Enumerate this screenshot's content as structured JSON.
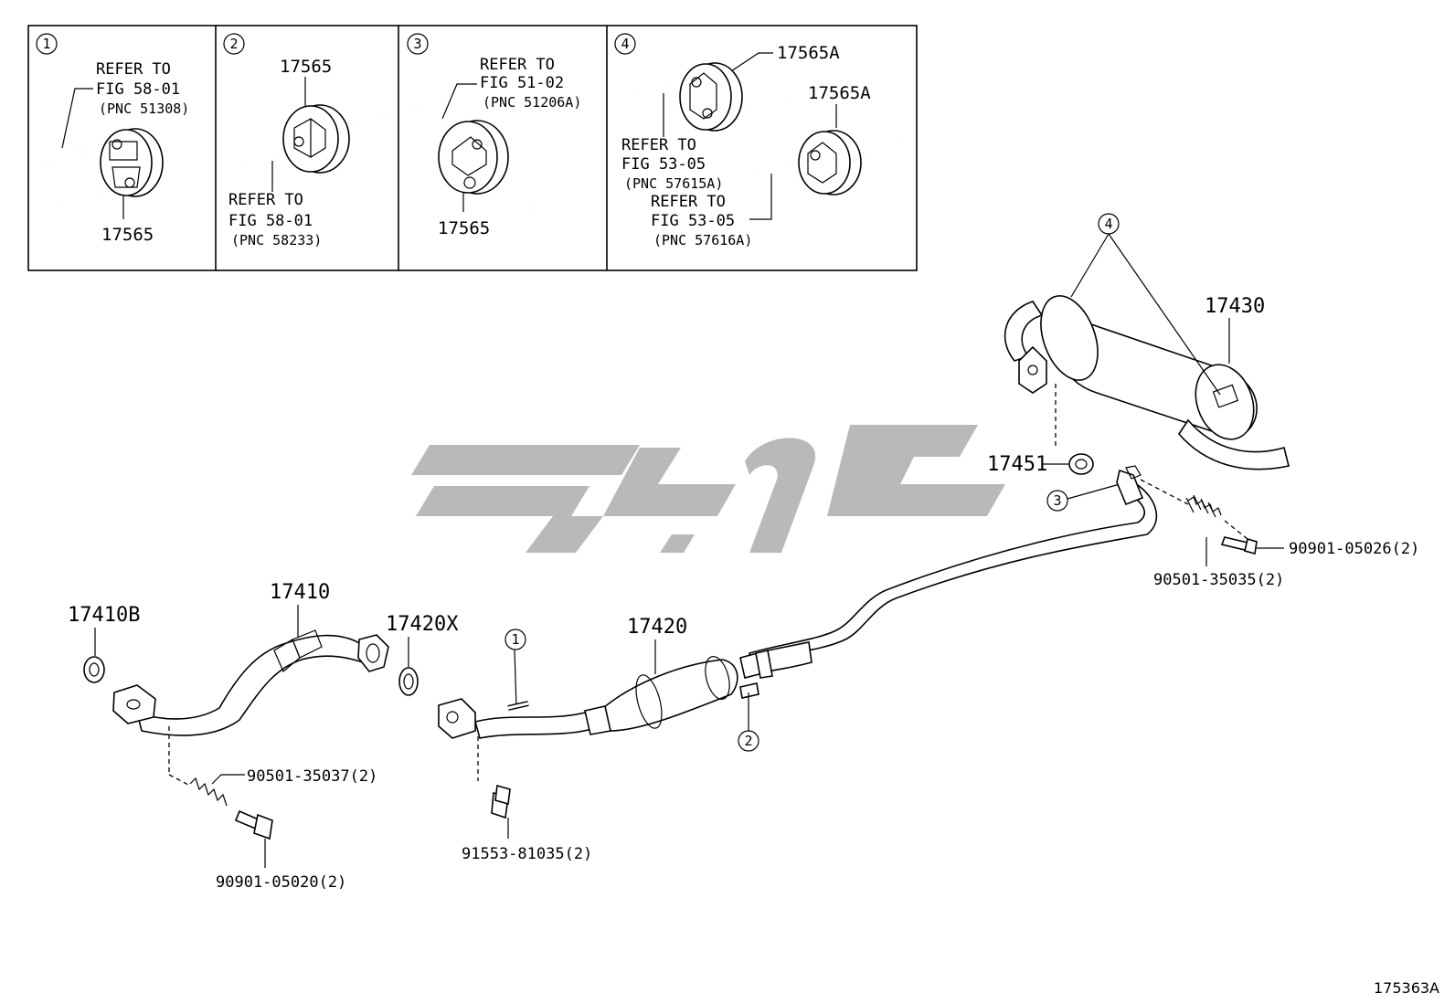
{
  "inset": {
    "panels": [
      {
        "circle_num": "1",
        "refer_text": "REFER TO",
        "fig_ref": "FIG 58-01",
        "pnc_ref": "(PNC 51308)",
        "part": "17565"
      },
      {
        "circle_num": "2",
        "refer_text": "REFER TO",
        "fig_ref": "FIG 58-01",
        "pnc_ref": "(PNC 58233)",
        "part": "17565"
      },
      {
        "circle_num": "3",
        "refer_text": "REFER TO",
        "fig_ref": "FIG 51-02",
        "pnc_ref": "(PNC 51206A)",
        "part": "17565"
      },
      {
        "circle_num": "4",
        "refer_text": "REFER TO",
        "fig_ref": "FIG 53-05",
        "pnc_ref": "(PNC 57615A)",
        "refer_text_2": "REFER TO",
        "fig_ref_2": "FIG 53-05",
        "pnc_ref_2": "(PNC 57616A)",
        "part": "17565A",
        "part_2": "17565A"
      }
    ]
  },
  "parts": {
    "p17430": "17430",
    "p17451": "17451",
    "p17410B": "17410B",
    "p17410": "17410",
    "p17420X": "17420X",
    "p17420": "17420",
    "p90501_35037": "90501-35037(2)",
    "p90901_05020": "90901-05020(2)",
    "p91553_81035": "91553-81035(2)",
    "p90501_35035": "90501-35035(2)",
    "p90901_05026": "90901-05026(2)"
  },
  "callouts": {
    "c1": "1",
    "c2": "2",
    "c3": "3",
    "c4": "4"
  },
  "figure_id": "175363A",
  "watermark_color": "#b9b9b9"
}
